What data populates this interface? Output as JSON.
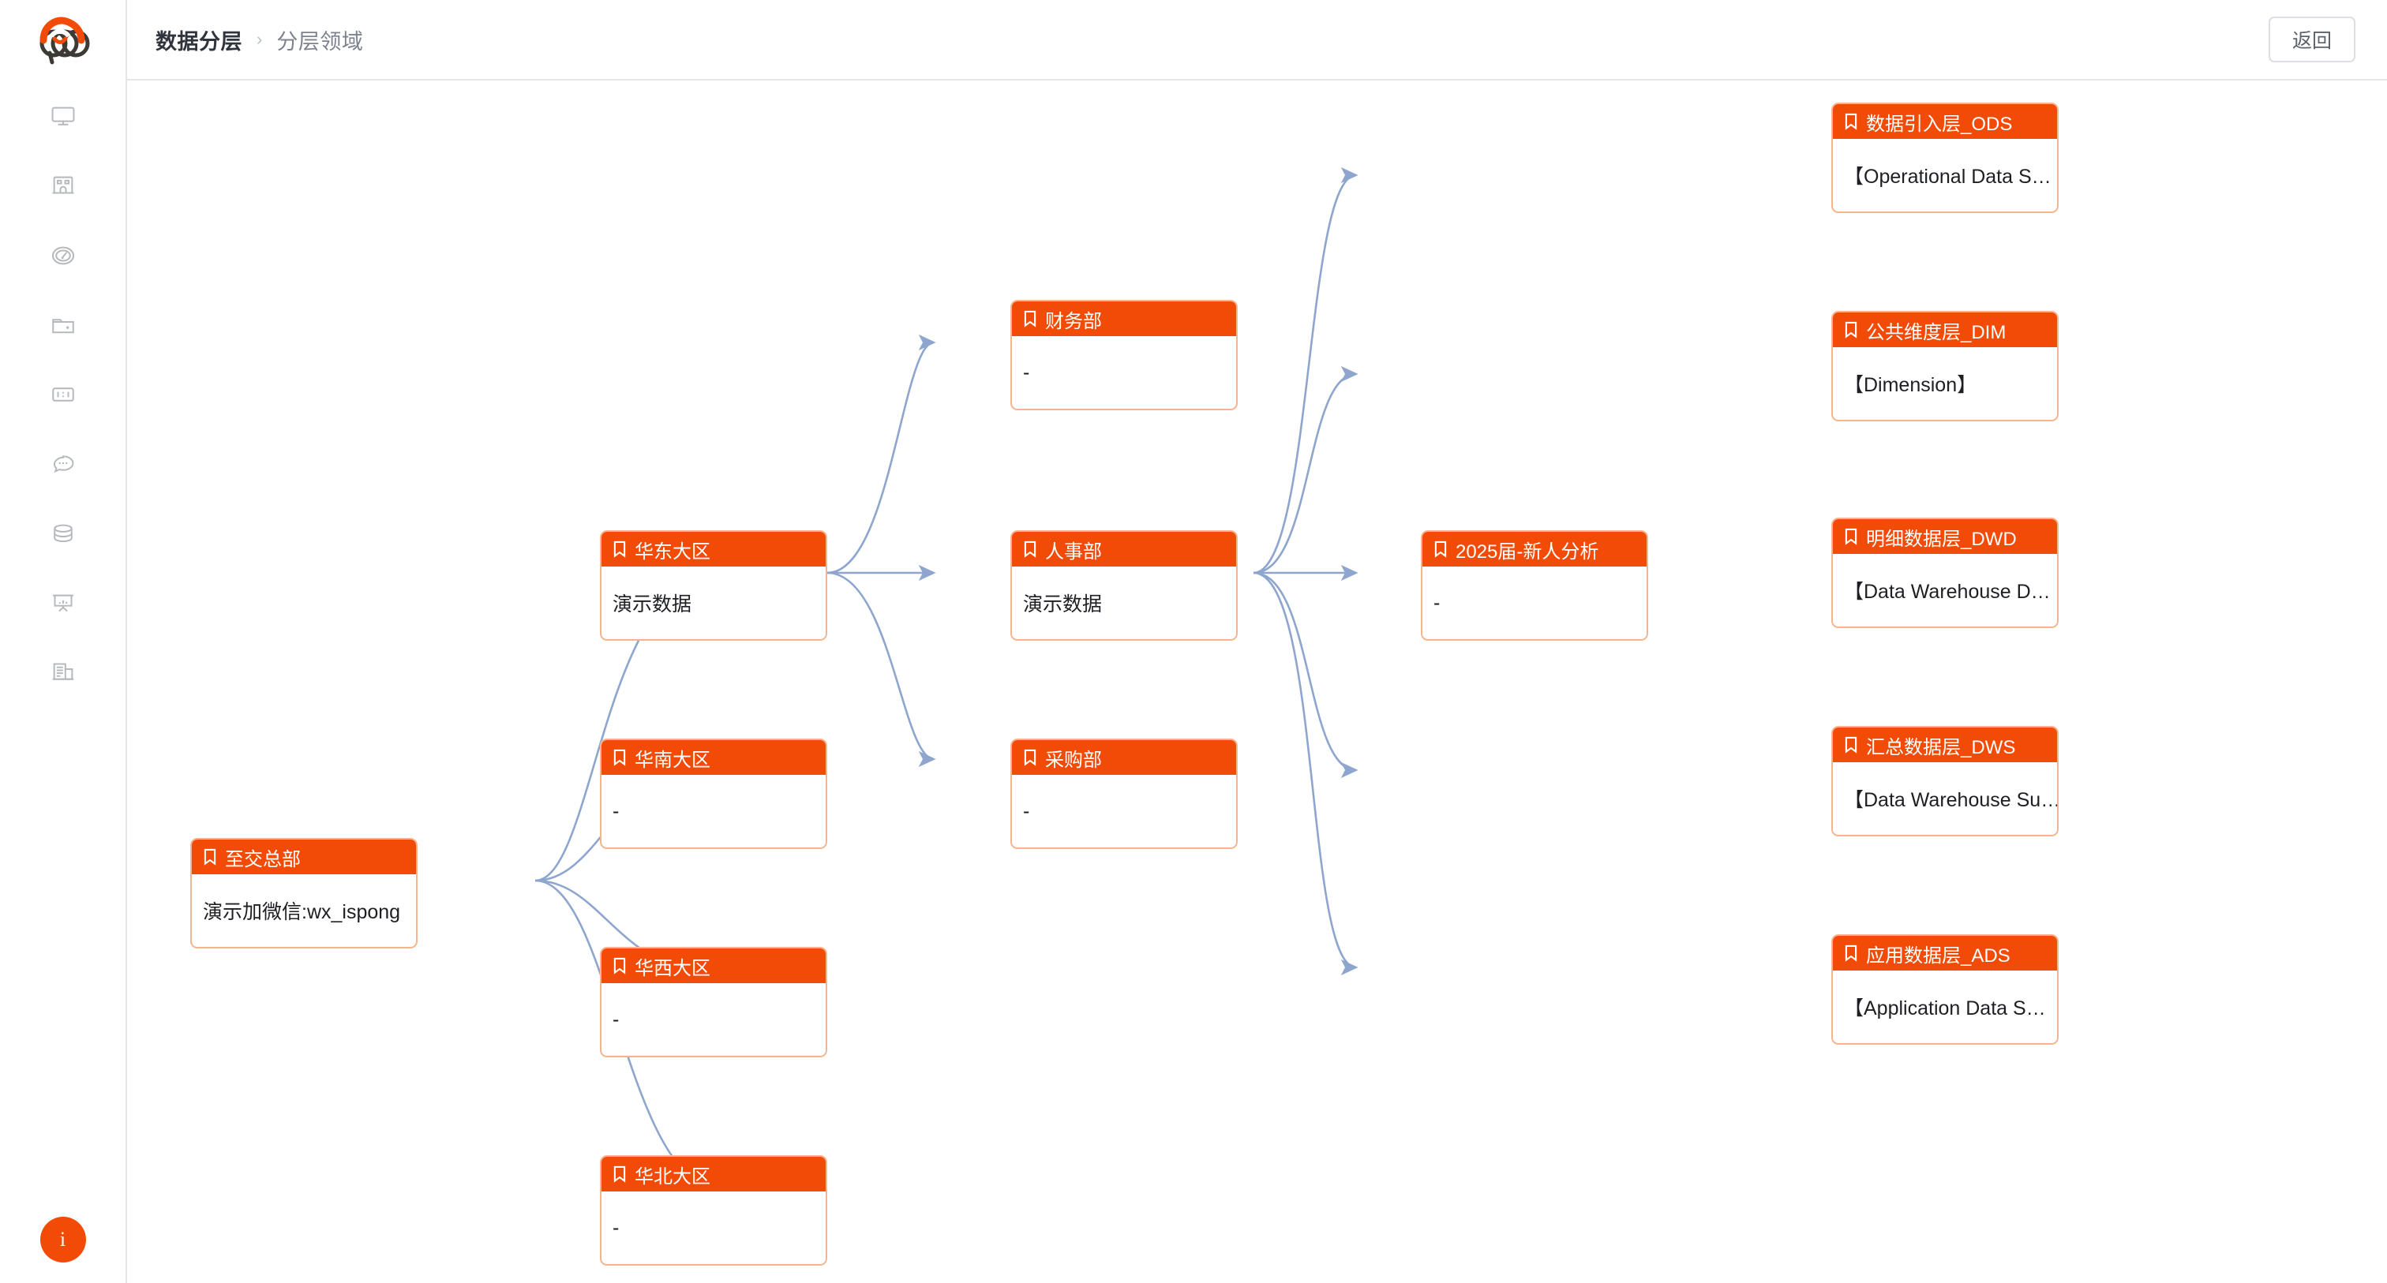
{
  "app": {
    "logo_name": "pond-logo",
    "accent_color": "#F24B07",
    "card_border_color": "#f6b58e",
    "edge_color": "#8ea6ce",
    "canvas_background": "#ffffff"
  },
  "topbar": {
    "breadcrumb": {
      "current": "数据分层",
      "separator": "›",
      "sub": "分层领域"
    },
    "back_label": "返回"
  },
  "sidebar": {
    "info_badge": "i",
    "items": [
      {
        "icon": "monitor-icon",
        "name": "sidebar-item-monitor"
      },
      {
        "icon": "building-icon",
        "name": "sidebar-item-building"
      },
      {
        "icon": "gauge-icon",
        "name": "sidebar-item-gauge"
      },
      {
        "icon": "folder-icon",
        "name": "sidebar-item-folder"
      },
      {
        "icon": "id-card-icon",
        "name": "sidebar-item-id-card"
      },
      {
        "icon": "chat-bubble-icon",
        "name": "sidebar-item-chat"
      },
      {
        "icon": "database-icon",
        "name": "sidebar-item-database"
      },
      {
        "icon": "presentation-icon",
        "name": "sidebar-item-presentation"
      },
      {
        "icon": "report-icon",
        "name": "sidebar-item-report"
      }
    ]
  },
  "graph": {
    "node_icon": "bookmark-icon",
    "nodes": [
      {
        "id": "root",
        "title": "至交总部",
        "body": "演示加微信:wx_ispong"
      },
      {
        "id": "hd",
        "title": "华东大区",
        "body": "演示数据"
      },
      {
        "id": "hn",
        "title": "华南大区",
        "body": "-"
      },
      {
        "id": "hx",
        "title": "华西大区",
        "body": "-"
      },
      {
        "id": "hb",
        "title": "华北大区",
        "body": "-"
      },
      {
        "id": "cw",
        "title": "财务部",
        "body": "-"
      },
      {
        "id": "rs",
        "title": "人事部",
        "body": "演示数据"
      },
      {
        "id": "cg",
        "title": "采购部",
        "body": "-"
      },
      {
        "id": "nr",
        "title": "2025届-新人分析",
        "body": "-"
      },
      {
        "id": "ods",
        "title": "数据引入层_ODS",
        "body": "【Operational Data S…"
      },
      {
        "id": "dim",
        "title": "公共维度层_DIM",
        "body": "【Dimension】"
      },
      {
        "id": "dwd",
        "title": "明细数据层_DWD",
        "body": "【Data Warehouse D…"
      },
      {
        "id": "dws",
        "title": "汇总数据层_DWS",
        "body": "【Data Warehouse Su…"
      },
      {
        "id": "ads",
        "title": "应用数据层_ADS",
        "body": "【Application Data S…"
      }
    ],
    "edges": [
      {
        "from": "root",
        "to": "hd"
      },
      {
        "from": "root",
        "to": "hn"
      },
      {
        "from": "root",
        "to": "hx"
      },
      {
        "from": "root",
        "to": "hb"
      },
      {
        "from": "hd",
        "to": "cw"
      },
      {
        "from": "hd",
        "to": "rs"
      },
      {
        "from": "hd",
        "to": "cg"
      },
      {
        "from": "rs",
        "to": "nr"
      },
      {
        "from": "nr",
        "to": "ods"
      },
      {
        "from": "nr",
        "to": "dim"
      },
      {
        "from": "nr",
        "to": "dwd"
      },
      {
        "from": "nr",
        "to": "dws"
      },
      {
        "from": "nr",
        "to": "ads"
      }
    ]
  }
}
